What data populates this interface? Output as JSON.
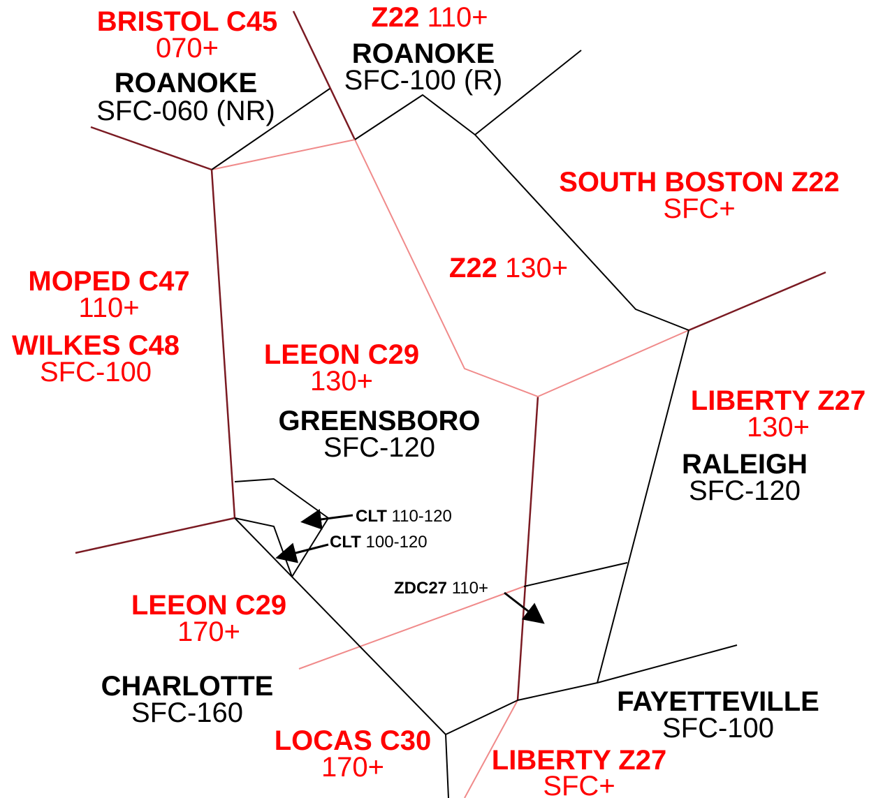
{
  "colors": {
    "background": "#ffffff",
    "label_red": "#ff0000",
    "label_black": "#000000",
    "line_black": "#000000",
    "line_dark_red": "#7a1a22",
    "line_pink": "#f08a8a"
  },
  "labels": {
    "bristol_name": "BRISTOL C45",
    "bristol_alt": "070+",
    "z22_top_name": "Z22",
    "z22_top_alt": "110+",
    "roanoke_nr_name": "ROANOKE",
    "roanoke_nr_alt": "SFC-060 (NR)",
    "roanoke_r_name": "ROANOKE",
    "roanoke_r_alt": "SFC-100 (R)",
    "south_boston_name": "SOUTH BOSTON Z22",
    "south_boston_alt": "SFC+",
    "z22_mid_name": "Z22",
    "z22_mid_alt": "130+",
    "moped_name": "MOPED C47",
    "moped_alt": "110+",
    "wilkes_name": "WILKES C48",
    "wilkes_alt": "SFC-100",
    "leeon_upper_name": "LEEON C29",
    "leeon_upper_alt": "130+",
    "greensboro_name": "GREENSBORO",
    "greensboro_alt": "SFC-120",
    "liberty_upper_name": "LIBERTY Z27",
    "liberty_upper_alt": "130+",
    "raleigh_name": "RALEIGH",
    "raleigh_alt": "SFC-120",
    "clt1_name": "CLT",
    "clt1_alt": "110-120",
    "clt2_name": "CLT",
    "clt2_alt": "100-120",
    "zdc27_name": "ZDC27",
    "zdc27_alt": "110+",
    "leeon_lower_name": "LEEON C29",
    "leeon_lower_alt": "170+",
    "charlotte_name": "CHARLOTTE",
    "charlotte_alt": "SFC-160",
    "fayetteville_name": "FAYETTEVILLE",
    "fayetteville_alt": "SFC-100",
    "locas_name": "LOCAS C30",
    "locas_alt": "170+",
    "liberty_lower_name": "LIBERTY Z27",
    "liberty_lower_alt": "SFC+"
  }
}
